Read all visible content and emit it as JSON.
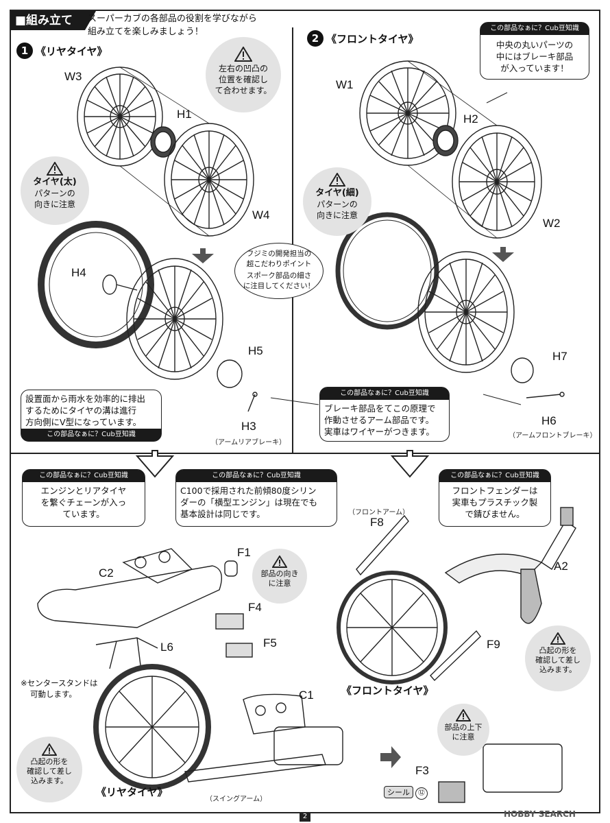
{
  "header": {
    "title": "■組み立て",
    "intro_line1": "スーパーカブの各部品の役割を学びながら",
    "intro_line2": "組み立てを楽しみましょう！"
  },
  "steps": [
    {
      "number": "1",
      "title": "《リヤタイヤ》"
    },
    {
      "number": "2",
      "title": "《フロントタイヤ》"
    }
  ],
  "part_labels": {
    "W3": "W3",
    "H1": "H1",
    "W4": "W4",
    "H4": "H4",
    "H5": "H5",
    "H3": "H3",
    "W1": "W1",
    "H2": "H2",
    "W2": "W2",
    "H7": "H7",
    "H6": "H6",
    "C2": "C2",
    "F1": "F1",
    "F4": "F4",
    "F5": "F5",
    "L6": "L6",
    "C1": "C1",
    "F8": "F8",
    "A2": "A2",
    "F9": "F9",
    "F3": "F3"
  },
  "sublabels": {
    "H3": "（アームリアブレーキ）",
    "H6": "（アームフロントブレーキ）",
    "F8": "（フロントアーム）",
    "swing_arm": "（スイングアーム）",
    "front_tire": "《フロントタイヤ》",
    "rear_tire": "《リヤタイヤ》"
  },
  "cautions": {
    "c1": {
      "line1": "左右の凹凸の",
      "line2": "位置を確認し",
      "line3": "て合わせます。"
    },
    "c2": {
      "title": "タイヤ(太)",
      "line1": "パターンの",
      "line2": "向きに注意"
    },
    "c3": {
      "title": "タイヤ(細)",
      "line1": "パターンの",
      "line2": "向きに注意"
    },
    "c4": {
      "line1": "部品の向き",
      "line2": "に注意"
    },
    "c5": {
      "line1": "凸起の形を",
      "line2": "確認して差し",
      "line3": "込みます。"
    },
    "c6": {
      "line1": "凸起の形を",
      "line2": "確認して差し",
      "line3": "込みます。"
    },
    "c7": {
      "line1": "部品の上下",
      "line2": "に注意"
    }
  },
  "bubbles": {
    "header": "この部品なぁに？Cub豆知識",
    "b1": {
      "line1": "中央の丸いパーツの",
      "line2": "中にはブレーキ部品",
      "line3": "が入っています！"
    },
    "b2": {
      "line1": "設置面から雨水を効率的に排出",
      "line2": "するためにタイヤの溝は進行",
      "line3": "方向側にV型になっています。"
    },
    "b3": {
      "line1": "ブレーキ部品をてこの原理で",
      "line2": "作動させるアーム部品です。",
      "line3": "実車はワイヤーがつきます。"
    },
    "b4": {
      "line1": "エンジンとリアタイヤ",
      "line2": "を繋ぐチェーンが入っ",
      "line3": "ています。"
    },
    "b5": {
      "line1": "C100で採用された前傾80度シリン",
      "line2": "ダーの「横型エンジン」は現在でも",
      "line3": "基本設計は同じです。"
    },
    "b6": {
      "line1": "フロントフェンダーは",
      "line2": "実車もプラスチック製",
      "line3": "で錆びません。"
    }
  },
  "fujimi_note": {
    "line1": "フジミの開発担当の",
    "line2": "超こだわりポイント",
    "line3": "スポーク部品の細さ",
    "line4": "に注目してください！"
  },
  "stand_note": {
    "line1": "※センタースタンドは",
    "line2": "可動します。"
  },
  "seal": {
    "label": "シール",
    "number": "⑫"
  },
  "page_number": "2",
  "watermark": "HOBBY SEARCH"
}
